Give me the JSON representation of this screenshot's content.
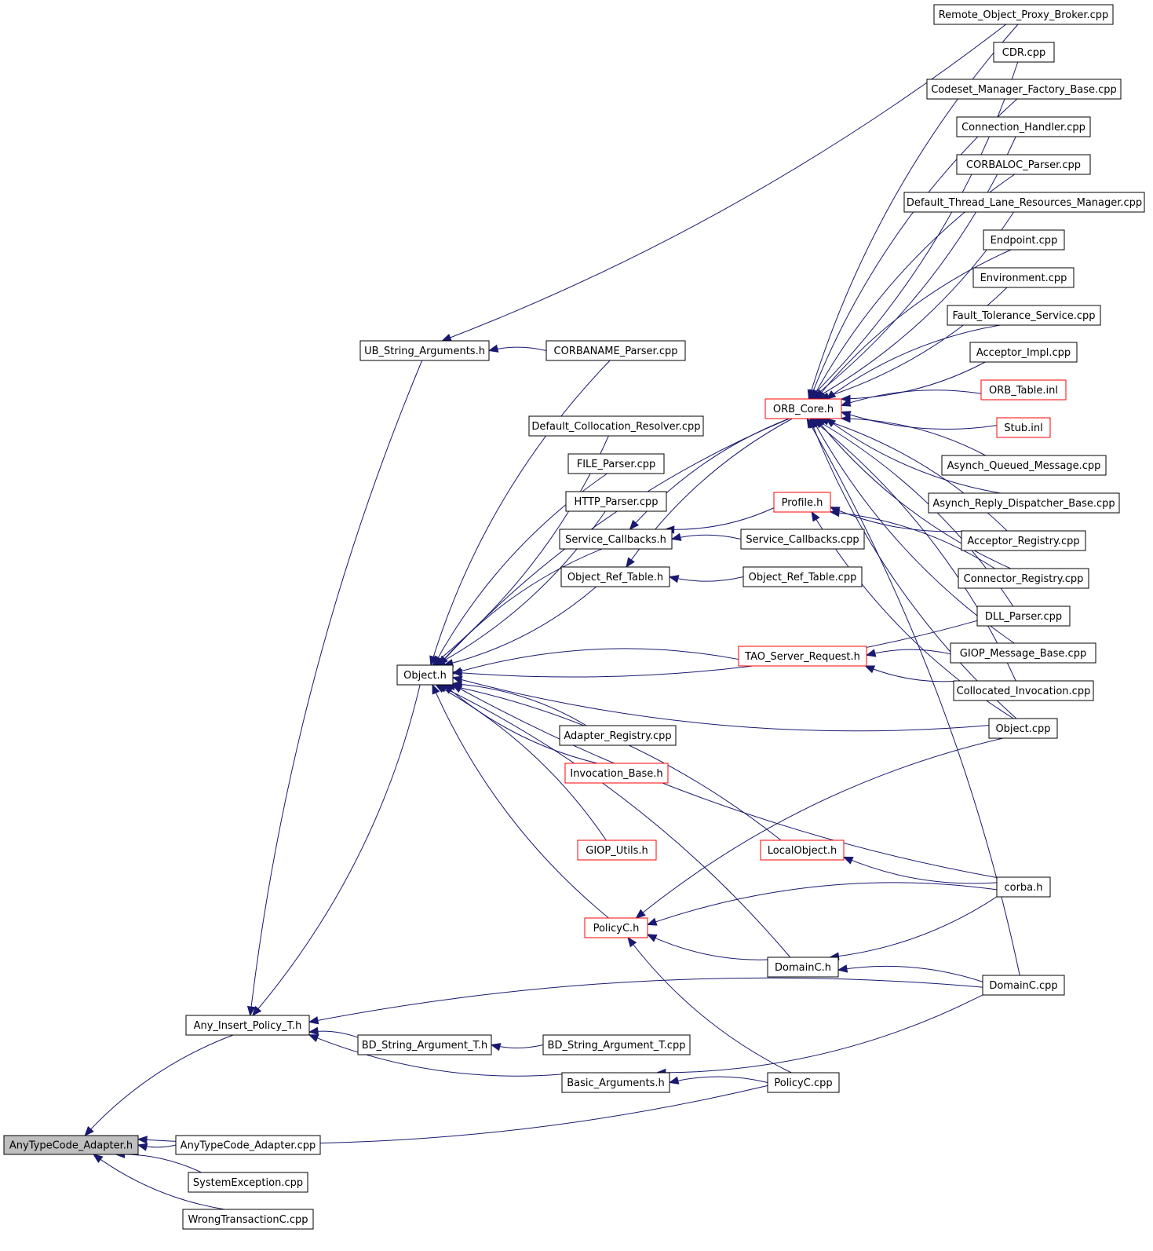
{
  "diagram": {
    "title": "",
    "nodes": [
      {
        "id": "root",
        "label": "AnyTypeCode_Adapter.h",
        "style": "root"
      },
      {
        "id": "atc_cpp",
        "label": "AnyTypeCode_Adapter.cpp",
        "style": "normal"
      },
      {
        "id": "sysexc",
        "label": "SystemException.cpp",
        "style": "normal"
      },
      {
        "id": "wrongtx",
        "label": "WrongTransactionC.cpp",
        "style": "normal"
      },
      {
        "id": "anyins",
        "label": "Any_Insert_Policy_T.h",
        "style": "normal"
      },
      {
        "id": "ubstr",
        "label": "UB_String_Arguments.h",
        "style": "normal"
      },
      {
        "id": "objh",
        "label": "Object.h",
        "style": "normal"
      },
      {
        "id": "bdstrh",
        "label": "BD_String_Argument_T.h",
        "style": "normal"
      },
      {
        "id": "bdstrcpp",
        "label": "BD_String_Argument_T.cpp",
        "style": "normal"
      },
      {
        "id": "basicargs",
        "label": "Basic_Arguments.h",
        "style": "normal"
      },
      {
        "id": "policyccpp",
        "label": "PolicyC.cpp",
        "style": "normal"
      },
      {
        "id": "corbaname",
        "label": "CORBANAME_Parser.cpp",
        "style": "normal"
      },
      {
        "id": "defcoll",
        "label": "Default_Collocation_Resolver.cpp",
        "style": "normal"
      },
      {
        "id": "fileparser",
        "label": "FILE_Parser.cpp",
        "style": "normal"
      },
      {
        "id": "httpparser",
        "label": "HTTP_Parser.cpp",
        "style": "normal"
      },
      {
        "id": "svccbh",
        "label": "Service_Callbacks.h",
        "style": "normal"
      },
      {
        "id": "objrefh",
        "label": "Object_Ref_Table.h",
        "style": "normal"
      },
      {
        "id": "adapterreg",
        "label": "Adapter_Registry.cpp",
        "style": "normal"
      },
      {
        "id": "invbase",
        "label": "Invocation_Base.h",
        "style": "red"
      },
      {
        "id": "giopu",
        "label": "GIOP_Utils.h",
        "style": "red"
      },
      {
        "id": "policych",
        "label": "PolicyC.h",
        "style": "red"
      },
      {
        "id": "orbcore",
        "label": "ORB_Core.h",
        "style": "red"
      },
      {
        "id": "profileh",
        "label": "Profile.h",
        "style": "red"
      },
      {
        "id": "svccbcpp",
        "label": "Service_Callbacks.cpp",
        "style": "normal"
      },
      {
        "id": "objrefcpp",
        "label": "Object_Ref_Table.cpp",
        "style": "normal"
      },
      {
        "id": "taosrv",
        "label": "TAO_Server_Request.h",
        "style": "red"
      },
      {
        "id": "localobj",
        "label": "LocalObject.h",
        "style": "red"
      },
      {
        "id": "domainch",
        "label": "DomainC.h",
        "style": "normal"
      },
      {
        "id": "remote",
        "label": "Remote_Object_Proxy_Broker.cpp",
        "style": "normal"
      },
      {
        "id": "cdr",
        "label": "CDR.cpp",
        "style": "normal"
      },
      {
        "id": "codeset",
        "label": "Codeset_Manager_Factory_Base.cpp",
        "style": "normal"
      },
      {
        "id": "connh",
        "label": "Connection_Handler.cpp",
        "style": "normal"
      },
      {
        "id": "corbaloc",
        "label": "CORBALOC_Parser.cpp",
        "style": "normal"
      },
      {
        "id": "defthread",
        "label": "Default_Thread_Lane_Resources_Manager.cpp",
        "style": "normal"
      },
      {
        "id": "endpoint",
        "label": "Endpoint.cpp",
        "style": "normal"
      },
      {
        "id": "environment",
        "label": "Environment.cpp",
        "style": "normal"
      },
      {
        "id": "faulttol",
        "label": "Fault_Tolerance_Service.cpp",
        "style": "normal"
      },
      {
        "id": "acceptorimpl",
        "label": "Acceptor_Impl.cpp",
        "style": "normal"
      },
      {
        "id": "orbtable",
        "label": "ORB_Table.inl",
        "style": "red"
      },
      {
        "id": "stub",
        "label": "Stub.inl",
        "style": "red"
      },
      {
        "id": "asyncq",
        "label": "Asynch_Queued_Message.cpp",
        "style": "normal"
      },
      {
        "id": "asyncr",
        "label": "Asynch_Reply_Dispatcher_Base.cpp",
        "style": "normal"
      },
      {
        "id": "acceptorreg",
        "label": "Acceptor_Registry.cpp",
        "style": "normal"
      },
      {
        "id": "connreg",
        "label": "Connector_Registry.cpp",
        "style": "normal"
      },
      {
        "id": "dllparser",
        "label": "DLL_Parser.cpp",
        "style": "normal"
      },
      {
        "id": "giopmsg",
        "label": "GIOP_Message_Base.cpp",
        "style": "normal"
      },
      {
        "id": "collinv",
        "label": "Collocated_Invocation.cpp",
        "style": "normal"
      },
      {
        "id": "objcpp",
        "label": "Object.cpp",
        "style": "normal"
      },
      {
        "id": "corbah",
        "label": "corba.h",
        "style": "normal"
      },
      {
        "id": "domainccpp",
        "label": "DomainC.cpp",
        "style": "normal"
      }
    ],
    "edges": [
      [
        "atc_cpp",
        "root"
      ],
      [
        "sysexc",
        "root"
      ],
      [
        "wrongtx",
        "root"
      ],
      [
        "anyins",
        "root"
      ],
      [
        "policyccpp",
        "root"
      ],
      [
        "ubstr",
        "anyins"
      ],
      [
        "objh",
        "anyins"
      ],
      [
        "bdstrh",
        "anyins"
      ],
      [
        "basicargs",
        "anyins"
      ],
      [
        "domainccpp",
        "anyins"
      ],
      [
        "remote",
        "ubstr"
      ],
      [
        "corbaname",
        "ubstr"
      ],
      [
        "bdstrcpp",
        "bdstrh"
      ],
      [
        "policyccpp",
        "basicargs"
      ],
      [
        "domainccpp",
        "basicargs"
      ],
      [
        "corbaname",
        "objh"
      ],
      [
        "defcoll",
        "objh"
      ],
      [
        "fileparser",
        "objh"
      ],
      [
        "httpparser",
        "objh"
      ],
      [
        "svccbh",
        "objh"
      ],
      [
        "objrefh",
        "objh"
      ],
      [
        "orbcore",
        "objh"
      ],
      [
        "dllparser",
        "objh"
      ],
      [
        "taosrv",
        "objh"
      ],
      [
        "objcpp",
        "objh"
      ],
      [
        "adapterreg",
        "objh"
      ],
      [
        "invbase",
        "objh"
      ],
      [
        "giopu",
        "objh"
      ],
      [
        "corbah",
        "objh"
      ],
      [
        "localobj",
        "objh"
      ],
      [
        "policych",
        "objh"
      ],
      [
        "domainch",
        "objh"
      ],
      [
        "corbah",
        "localobj"
      ],
      [
        "domainccpp",
        "domainch"
      ],
      [
        "corbah",
        "domainch"
      ],
      [
        "corbah",
        "policych"
      ],
      [
        "domainch",
        "policych"
      ],
      [
        "objcpp",
        "policych"
      ],
      [
        "policyccpp",
        "policych"
      ],
      [
        "svccbcpp",
        "svccbh"
      ],
      [
        "profileh",
        "svccbh"
      ],
      [
        "orbcore",
        "svccbh"
      ],
      [
        "objrefcpp",
        "objrefh"
      ],
      [
        "orbcore",
        "objrefh"
      ],
      [
        "acceptorreg",
        "profileh"
      ],
      [
        "connreg",
        "profileh"
      ],
      [
        "objcpp",
        "profileh"
      ],
      [
        "giopmsg",
        "taosrv"
      ],
      [
        "collinv",
        "taosrv"
      ],
      [
        "remote",
        "orbcore"
      ],
      [
        "cdr",
        "orbcore"
      ],
      [
        "codeset",
        "orbcore"
      ],
      [
        "connh",
        "orbcore"
      ],
      [
        "corbaloc",
        "orbcore"
      ],
      [
        "defthread",
        "orbcore"
      ],
      [
        "endpoint",
        "orbcore"
      ],
      [
        "environment",
        "orbcore"
      ],
      [
        "faulttol",
        "orbcore"
      ],
      [
        "acceptorimpl",
        "orbcore"
      ],
      [
        "orbtable",
        "orbcore"
      ],
      [
        "stub",
        "orbcore"
      ],
      [
        "asyncq",
        "orbcore"
      ],
      [
        "asyncr",
        "orbcore"
      ],
      [
        "acceptorreg",
        "orbcore"
      ],
      [
        "connreg",
        "orbcore"
      ],
      [
        "dllparser",
        "orbcore"
      ],
      [
        "giopmsg",
        "orbcore"
      ],
      [
        "collinv",
        "orbcore"
      ],
      [
        "objcpp",
        "orbcore"
      ],
      [
        "domainccpp",
        "orbcore"
      ]
    ]
  }
}
